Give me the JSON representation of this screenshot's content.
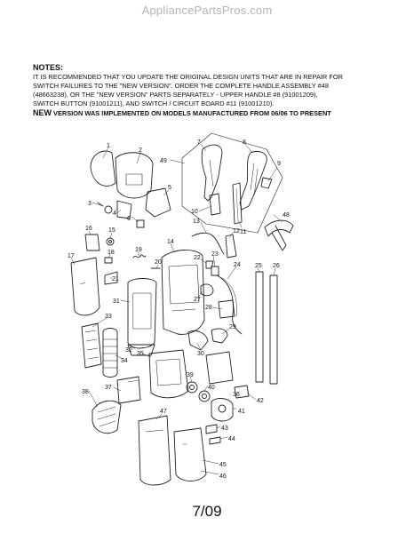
{
  "header": {
    "watermark": "AppliancePartsPros.com"
  },
  "notes": {
    "title": "NOTES:",
    "line1": "It is recommended that you update the original design units that are in repair for",
    "line2": "switch failures to the \"New Version\". Order the Complete Handle Assembly #48",
    "line3": "(48663238), or the \"New Version\" parts separately - Upper Handle #8 (91001209),",
    "line4": "Switch Button (91001211), and Switch / Circuit Board #11 (91001210).",
    "new_lead": "NEW",
    "new_rest": " version was implemented on models manufactured from 06/06 to present"
  },
  "diagram": {
    "callouts": [
      "1",
      "2",
      "3",
      "4",
      "5",
      "6",
      "7",
      "8",
      "9",
      "10",
      "11",
      "12",
      "13",
      "14",
      "15",
      "16",
      "17",
      "18",
      "19",
      "20",
      "21",
      "22",
      "23",
      "24",
      "25",
      "26",
      "27",
      "28",
      "29",
      "30",
      "31",
      "32",
      "33",
      "34",
      "35",
      "36",
      "37",
      "38",
      "39",
      "40",
      "41",
      "42",
      "43",
      "44",
      "45",
      "46",
      "47",
      "48",
      "49"
    ]
  },
  "footer": {
    "page_label": "7/09"
  }
}
